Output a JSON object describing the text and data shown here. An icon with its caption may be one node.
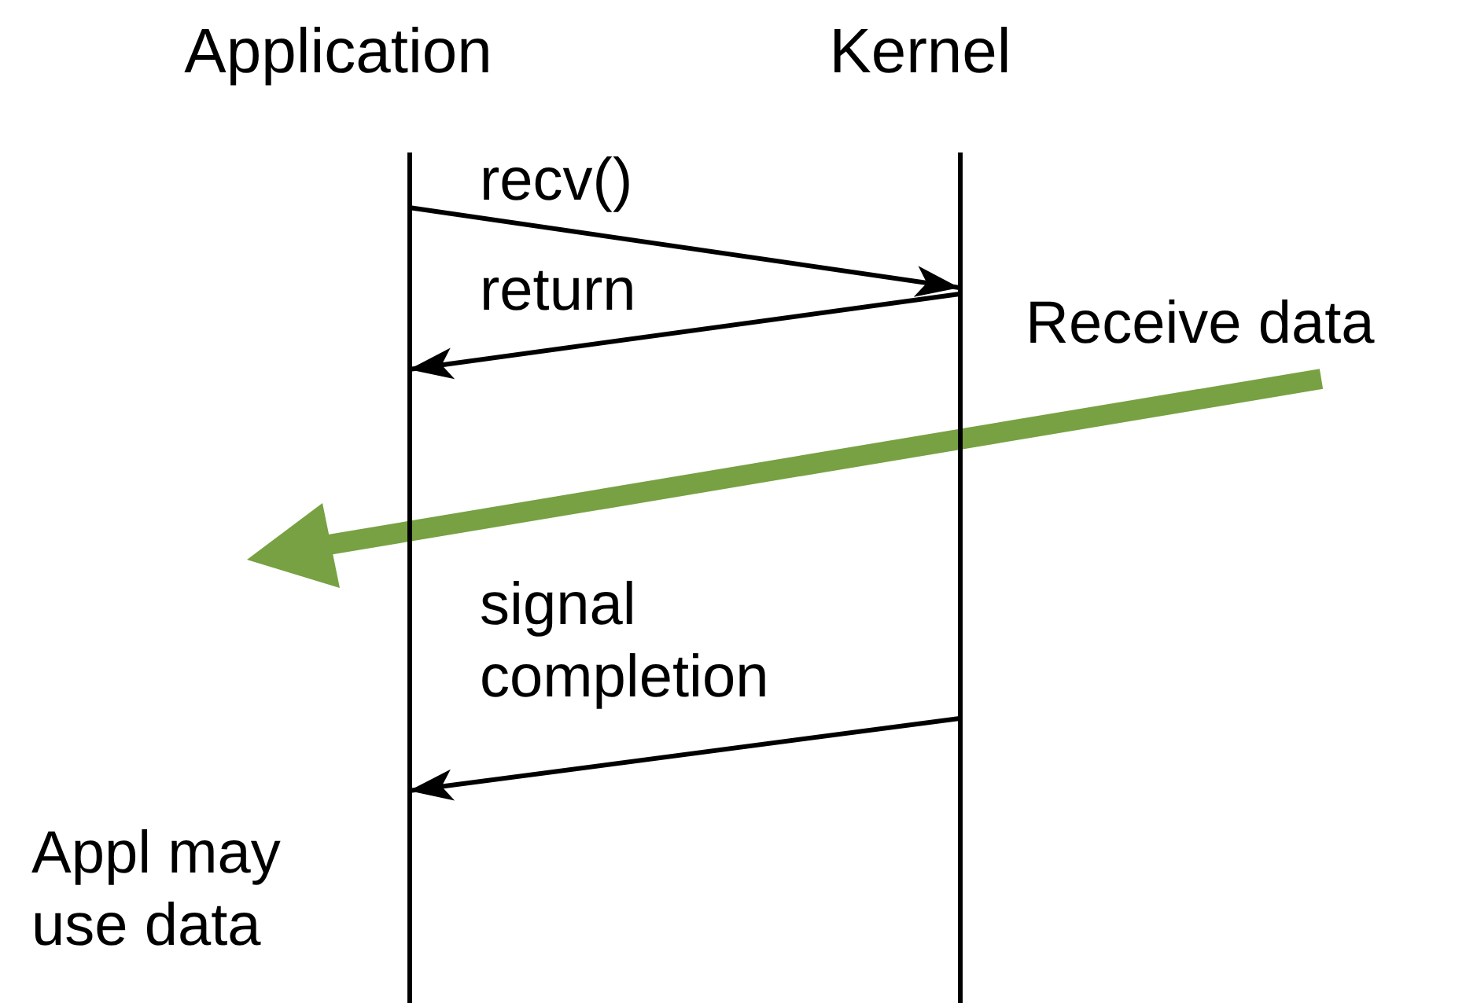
{
  "diagram": {
    "nodes": [
      {
        "text": [
          "Application"
        ]
      },
      {
        "text": [
          "Kernel"
        ]
      }
    ],
    "edges": [
      {
        "from": 0,
        "to": 1,
        "arrow": "to",
        "label": "recv()"
      },
      {
        "from": 1,
        "to": 0,
        "arrow": "to",
        "label": "return"
      },
      {
        "from": 1,
        "to": 0,
        "arrow": "to",
        "label": "signal completion"
      }
    ],
    "labels": [
      "Receive data",
      "Appl may use data"
    ]
  }
}
